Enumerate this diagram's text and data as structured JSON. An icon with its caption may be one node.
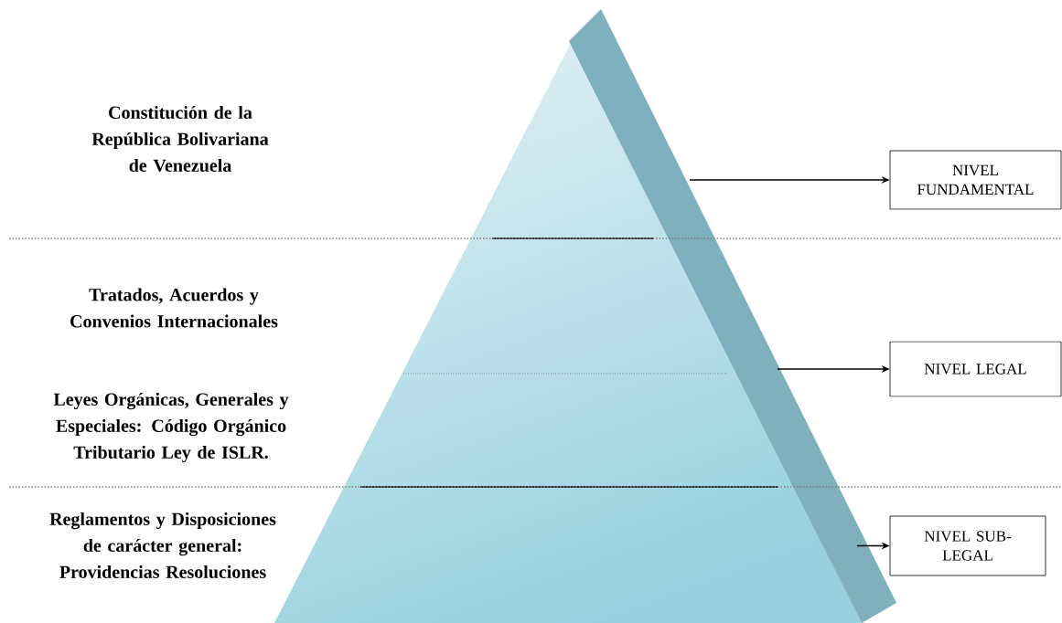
{
  "diagram": {
    "nodes": [
      {
        "text": [
          "NIVEL FUNDAMENTAL"
        ]
      },
      {
        "text": [
          "NIVEL LEGAL"
        ]
      },
      {
        "text": [
          "NIVEL SUB-LEGAL"
        ]
      }
    ],
    "edges": [
      {
        "from": null,
        "to": 0,
        "arrow": "to"
      },
      {
        "from": null,
        "to": 1,
        "arrow": "to"
      },
      {
        "from": null,
        "to": 2,
        "arrow": "to"
      }
    ],
    "labels": [
      "Constitución de la República Bolivariana de Venezuela",
      "Tratados, Acuerdos y Convenios Internacionales",
      "Leyes Orgánicas, Generales y Especiales: Código Orgánico Tributario Ley de ISLR.",
      "Reglamentos y Disposiciones de carácter general: Providencias Resoluciones"
    ]
  }
}
